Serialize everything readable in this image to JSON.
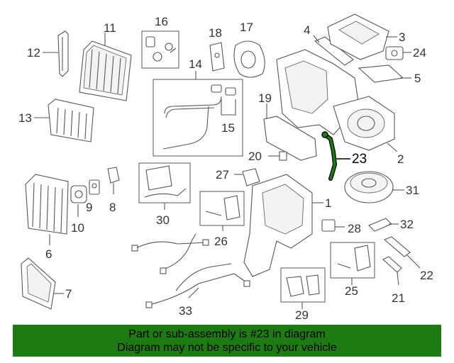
{
  "callouts": {
    "c1": "1",
    "c2": "2",
    "c3": "3",
    "c4": "4",
    "c5": "5",
    "c6": "6",
    "c7": "7",
    "c8": "8",
    "c9": "9",
    "c10": "10",
    "c11": "11",
    "c12": "12",
    "c13": "13",
    "c14": "14",
    "c15": "15",
    "c16": "16",
    "c17": "17",
    "c18": "18",
    "c19": "19",
    "c20": "20",
    "c21": "21",
    "c22": "22",
    "c23": "23",
    "c24": "24",
    "c25": "25",
    "c26": "26",
    "c27": "27",
    "c28": "28",
    "c29": "29",
    "c30": "30",
    "c31": "31",
    "c32": "32",
    "c33": "33"
  },
  "highlight": {
    "part": "23",
    "color": "#1e7a12"
  },
  "footer": {
    "line1": "Part or sub-assembly is #23 in diagram",
    "line2": "Diagram may not be specific to your vehicle",
    "background": "#1e7a12"
  }
}
